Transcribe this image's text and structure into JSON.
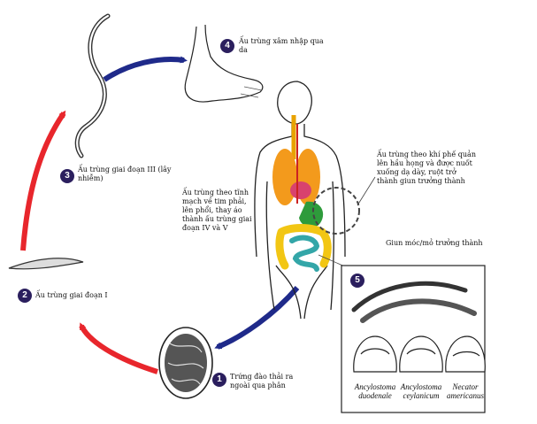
{
  "steps": [
    {
      "num": "1",
      "label": "Trứng đào thải ra ngoài qua phân"
    },
    {
      "num": "2",
      "label": "Ấu trùng giai đoạn I"
    },
    {
      "num": "3",
      "label": "Ấu trùng giai đoạn III (lây nhiễm)"
    },
    {
      "num": "4",
      "label": "Ấu trùng xâm nhập qua da"
    },
    {
      "num": "5",
      "label": ""
    }
  ],
  "annotations": {
    "lung_migration": "Ấu trùng theo tĩnh mạch về tim phải, lên phổi, thay áo thành ấu trùng giai đoạn IV và V",
    "trachea": "Ấu trùng theo khí phế quản lên hầu họng và được nuốt xuống dạ dày, ruột trở thành giun trưởng thành",
    "adult_worm": "Giun móc/mỏ trưởng thành"
  },
  "species": [
    {
      "line1": "Ancylostoma",
      "line2": "duodenale"
    },
    {
      "line1": "Ancylostoma",
      "line2": "ceylanicum"
    },
    {
      "line1": "Necator",
      "line2": "americanus"
    }
  ],
  "colors": {
    "red_arrow": "#e8262c",
    "blue_arrow": "#1f2a8a",
    "badge": "#2b1f5e"
  }
}
